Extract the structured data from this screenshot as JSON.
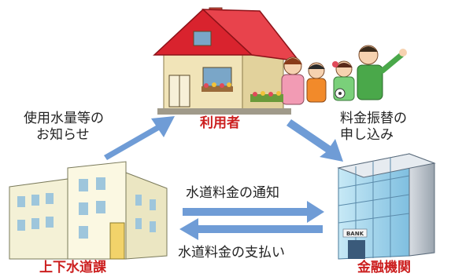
{
  "nodes": {
    "user": {
      "label": "利用者"
    },
    "water_dept": {
      "label": "上下水道課"
    },
    "bank": {
      "label": "金融機関",
      "sign": "BANK"
    }
  },
  "flows": {
    "usage_notice": {
      "line1": "使用水量等の",
      "line2": "お知らせ"
    },
    "transfer_request": {
      "line1": "料金振替の",
      "line2": "申し込み"
    },
    "fee_notice": {
      "label": "水道料金の通知"
    },
    "fee_payment": {
      "label": "水道料金の支払い"
    }
  },
  "colors": {
    "node_label": "#cc1f1f",
    "flow_label": "#222222",
    "arrow": "#6f9cd6",
    "roof": "#d9232e",
    "house_wall": "#f1e4b8",
    "office_wall": "#f4f1d6",
    "bank_glass": "#a9d8ec"
  }
}
